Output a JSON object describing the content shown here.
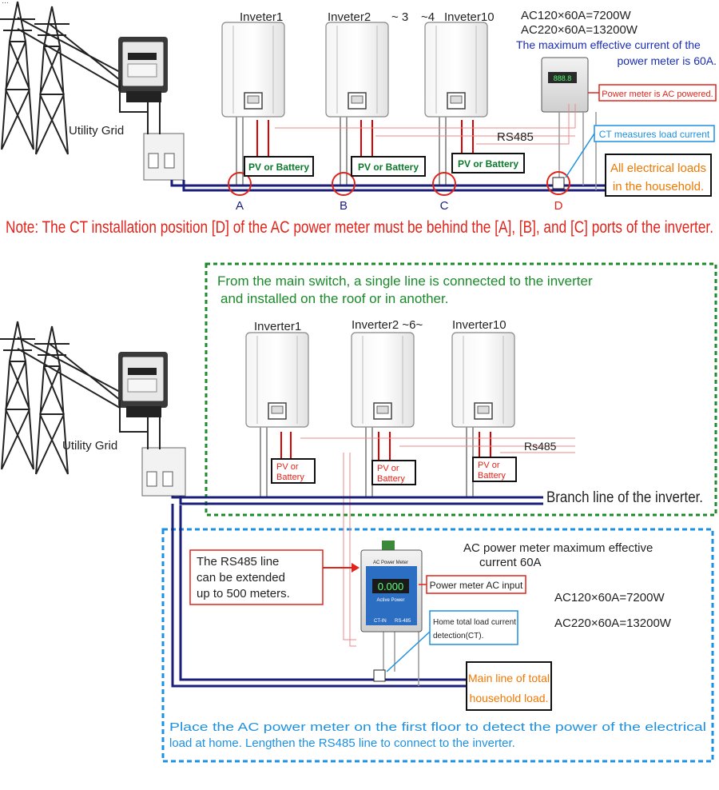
{
  "top": {
    "meter_partial_label": "…",
    "inverter1": "Inveter1",
    "inverter2": "Inveter2",
    "range1": "~ 3",
    "range2": "~4",
    "inverter10": "Inveter10",
    "ac120": "AC120×60A=7200W",
    "ac220": "AC220×60A=13200W",
    "max_current_1": "The maximum effective current of the",
    "max_current_2": "power meter is 60A.",
    "power_meter_ac": "Power meter is AC powered.",
    "ct_measures": "CT measures load current",
    "utility_grid": "Utility Grid",
    "pv1": "PV or Battery",
    "pv2": "PV or Battery",
    "pv3": "PV or Battery",
    "rs485": "RS485",
    "loads_1": "All electrical loads",
    "loads_2": "in the household.",
    "port_a": "A",
    "port_b": "B",
    "port_c": "C",
    "port_d": "D",
    "note": "Note: The CT installation position [D] of the AC power meter must be behind the [A], [B], and [C] ports of the inverter."
  },
  "bottom": {
    "green_text_1": "From the main switch, a single line is connected to the inverter",
    "green_text_2": "and installed on the roof or in another.",
    "inverter1": "Inverter1",
    "inverter2": "Inverter2 ~6~",
    "inverter10": "Inverter10",
    "utility_grid": "Utility Grid",
    "rs485": "Rs485",
    "pv_or": "PV or",
    "battery": "Battery",
    "branch_line": "Branch line of the inverter.",
    "meter_max_1": "AC power meter maximum effective",
    "meter_max_2": "current 60A",
    "rs485_ext_1": "The RS485 line",
    "rs485_ext_2": "can be extended",
    "rs485_ext_3": "up to 500 meters.",
    "meter_ac_input": "Power meter AC input",
    "ac120": "AC120×60A=7200W",
    "ac220": "AC220×60A=13200W",
    "home_ct_1": "Home total load current",
    "home_ct_2": "detection(CT).",
    "main_line_1": "Main line of total",
    "main_line_2": "household load.",
    "blue_text_1": "Place the AC power meter on the first floor to detect the power of the electrical",
    "blue_text_2": "load at home. Lengthen the RS485 line to connect to the inverter.",
    "meter_face_1": "AC Power Meter",
    "meter_face_2": "Active Power",
    "meter_face_3": "CT-IN",
    "meter_face_4": "RS-485",
    "meter_reading": "0.000"
  },
  "colors": {
    "red": "#e2231a",
    "green_dash": "#1a8a2a",
    "blue_dash": "#1e90e0",
    "navy_line": "#1b1f7a",
    "orange": "#f07800",
    "pv_green": "#0a7a2a",
    "blue_text": "#1a2db4"
  }
}
